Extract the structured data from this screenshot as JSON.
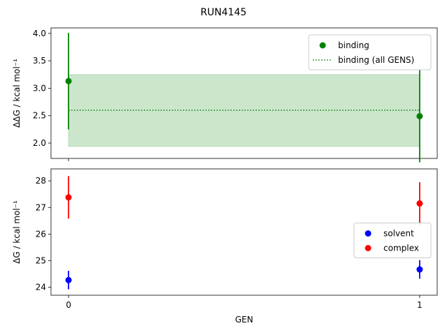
{
  "title": "RUN4145",
  "chart_data": [
    {
      "type": "scatter",
      "ylabel": "ΔΔG / kcal mol⁻¹",
      "xlabel": "",
      "x_ticks": [
        0,
        1
      ],
      "xlim": [
        -0.05,
        1.05
      ],
      "ylim": [
        1.72,
        4.1
      ],
      "y_ticks": [
        "2.0",
        "2.5",
        "3.0",
        "3.5",
        "4.0"
      ],
      "series": [
        {
          "name": "binding",
          "color": "#008000",
          "x": [
            0,
            1
          ],
          "y": [
            3.13,
            2.49
          ],
          "yerr": [
            0.88,
            0.84
          ]
        }
      ],
      "reference": {
        "name": "binding (all GENS)",
        "color": "#008000",
        "value": 2.6,
        "band": [
          1.94,
          3.25
        ]
      },
      "legend": "top-right"
    },
    {
      "type": "scatter",
      "ylabel": "ΔG / kcal mol⁻¹",
      "xlabel": "GEN",
      "x_ticks": [
        0,
        1
      ],
      "xlim": [
        -0.05,
        1.05
      ],
      "ylim": [
        23.7,
        28.45
      ],
      "y_ticks": [
        "24",
        "25",
        "26",
        "27",
        "28"
      ],
      "series": [
        {
          "name": "solvent",
          "color": "#0000ff",
          "x": [
            0,
            1
          ],
          "y": [
            24.27,
            24.67
          ],
          "yerr": [
            0.35,
            0.35
          ]
        },
        {
          "name": "complex",
          "color": "#ff0000",
          "x": [
            0,
            1
          ],
          "y": [
            27.38,
            27.15
          ],
          "yerr": [
            0.8,
            0.8
          ]
        }
      ],
      "legend": "center-right"
    }
  ]
}
